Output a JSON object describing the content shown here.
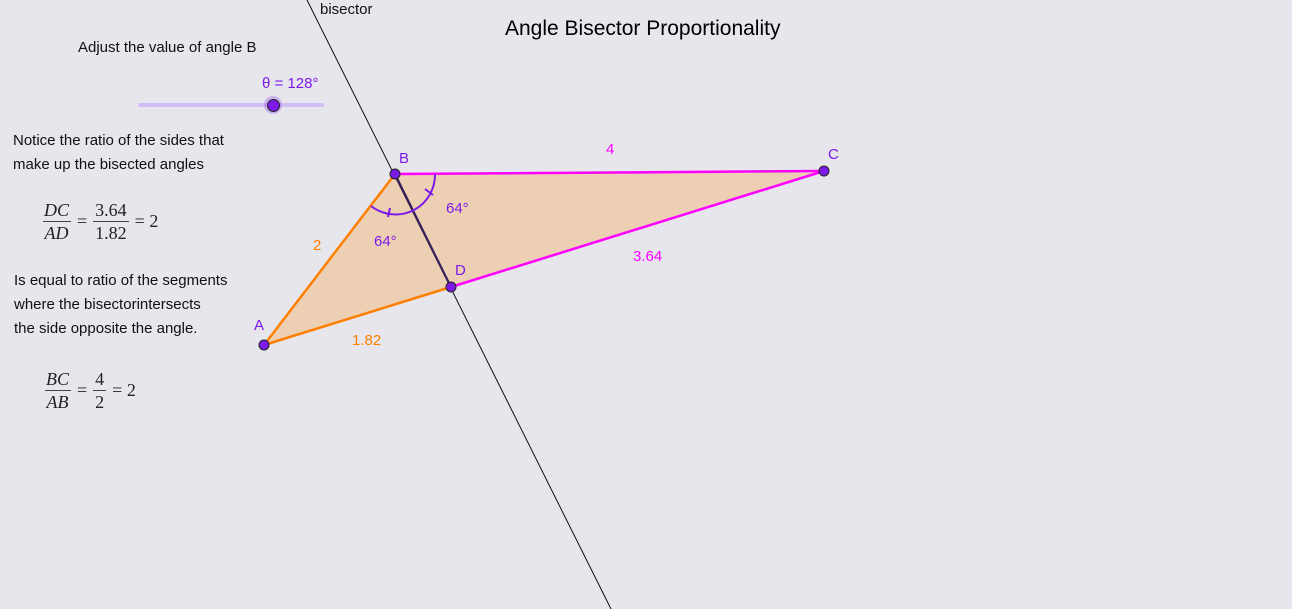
{
  "title": "Angle Bisector Proportionality",
  "instructions": {
    "adjust": "Adjust the value of angle B",
    "notice_line1": "Notice the ratio of the sides that",
    "notice_line2": "make up the bisected angles",
    "equal_line1": "Is equal to ratio of the segments",
    "equal_line2": "where the bisectorintersects",
    "equal_line3": "the side opposite the angle."
  },
  "slider": {
    "label": "θ = 128°",
    "variable": "θ",
    "value": 128,
    "unit": "°"
  },
  "formula1": {
    "num_sym": "DC",
    "den_sym": "AD",
    "num_val": "3.64",
    "den_val": "1.82",
    "result": "= 2",
    "equals": "="
  },
  "formula2": {
    "num_sym": "BC",
    "den_sym": "AB",
    "num_val": "4",
    "den_val": "2",
    "result": "= 2",
    "equals": "="
  },
  "diagram": {
    "line_label": "bisector",
    "points": {
      "A": "A",
      "B": "B",
      "C": "C",
      "D": "D"
    },
    "segment_labels": {
      "AB": "2",
      "BC": "4",
      "AD": "1.82",
      "DC": "3.64"
    },
    "angle_labels": {
      "ABD": "64°",
      "DBC": "64°"
    },
    "colors": {
      "background": "#e6e6ec",
      "orange": "#ff7f00",
      "magenta": "#ff00ff",
      "point": "#7c1ae8",
      "fill": "#f0c8a0"
    }
  }
}
